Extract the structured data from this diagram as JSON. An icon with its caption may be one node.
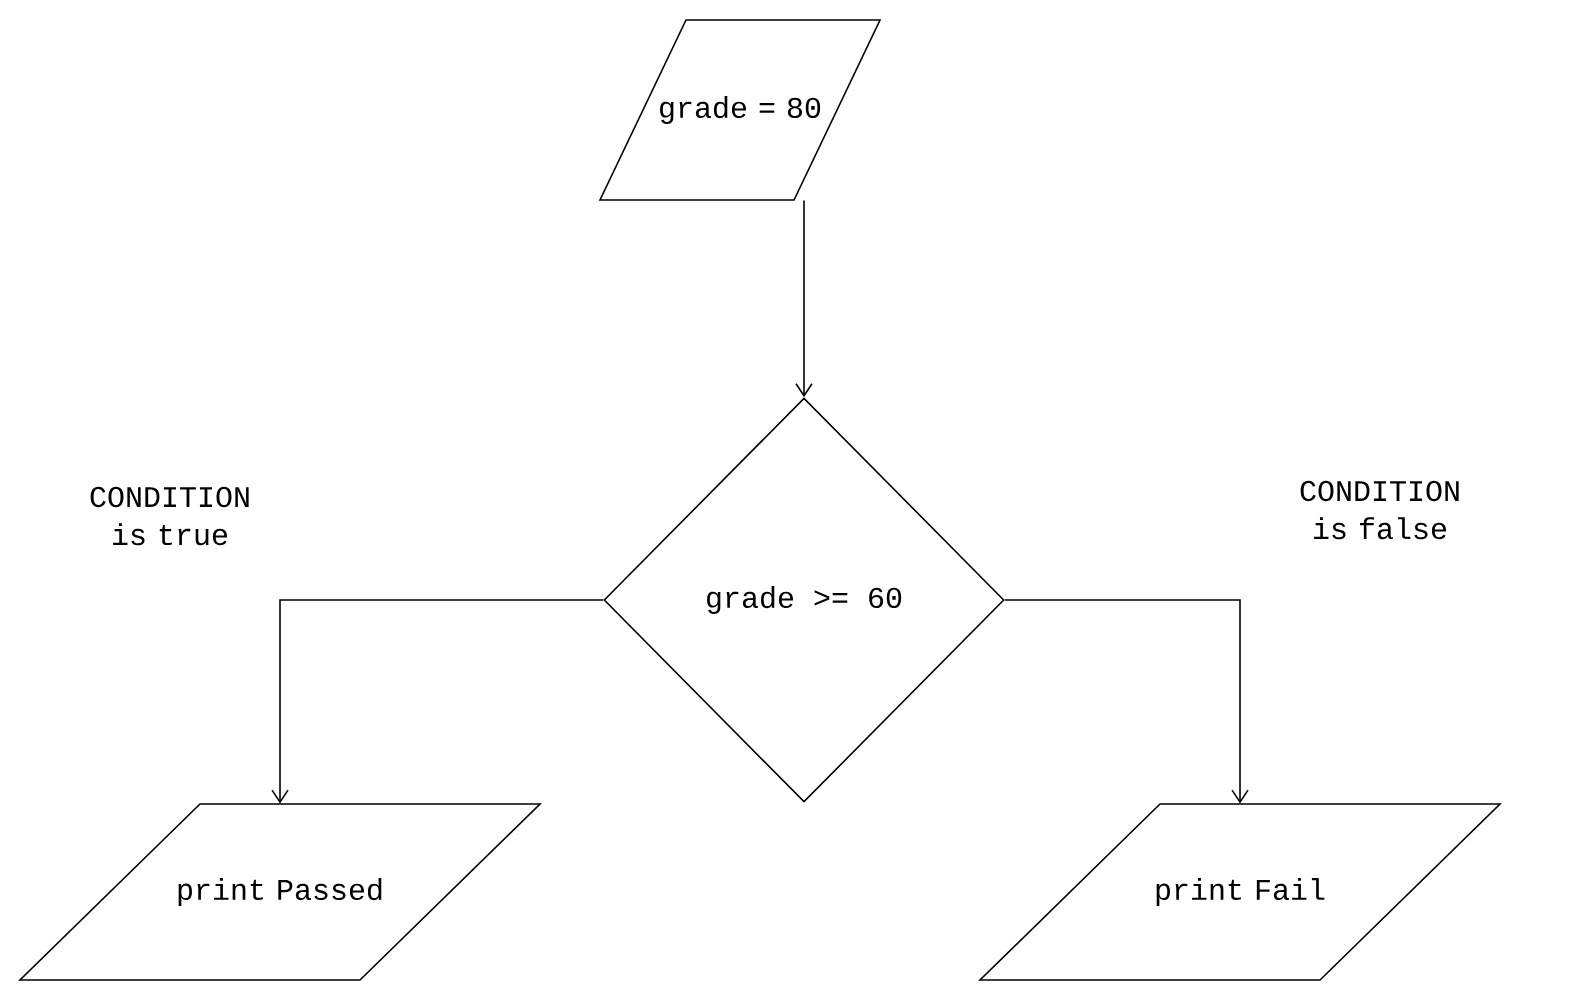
{
  "diagram": {
    "nodes": [
      {
        "text": [
          "grade = 80"
        ]
      },
      {
        "text": [
          "grade >= 60"
        ]
      },
      {
        "text": [
          "print Passed"
        ]
      },
      {
        "text": [
          "print Fail"
        ]
      }
    ],
    "edges": [
      {
        "from": 0,
        "to": 1,
        "arrow": "to"
      },
      {
        "from": 1,
        "to": 2,
        "arrow": "to",
        "label": "CONDITION is true"
      },
      {
        "from": 1,
        "to": 3,
        "arrow": "to",
        "label": "CONDITION is false"
      }
    ]
  }
}
